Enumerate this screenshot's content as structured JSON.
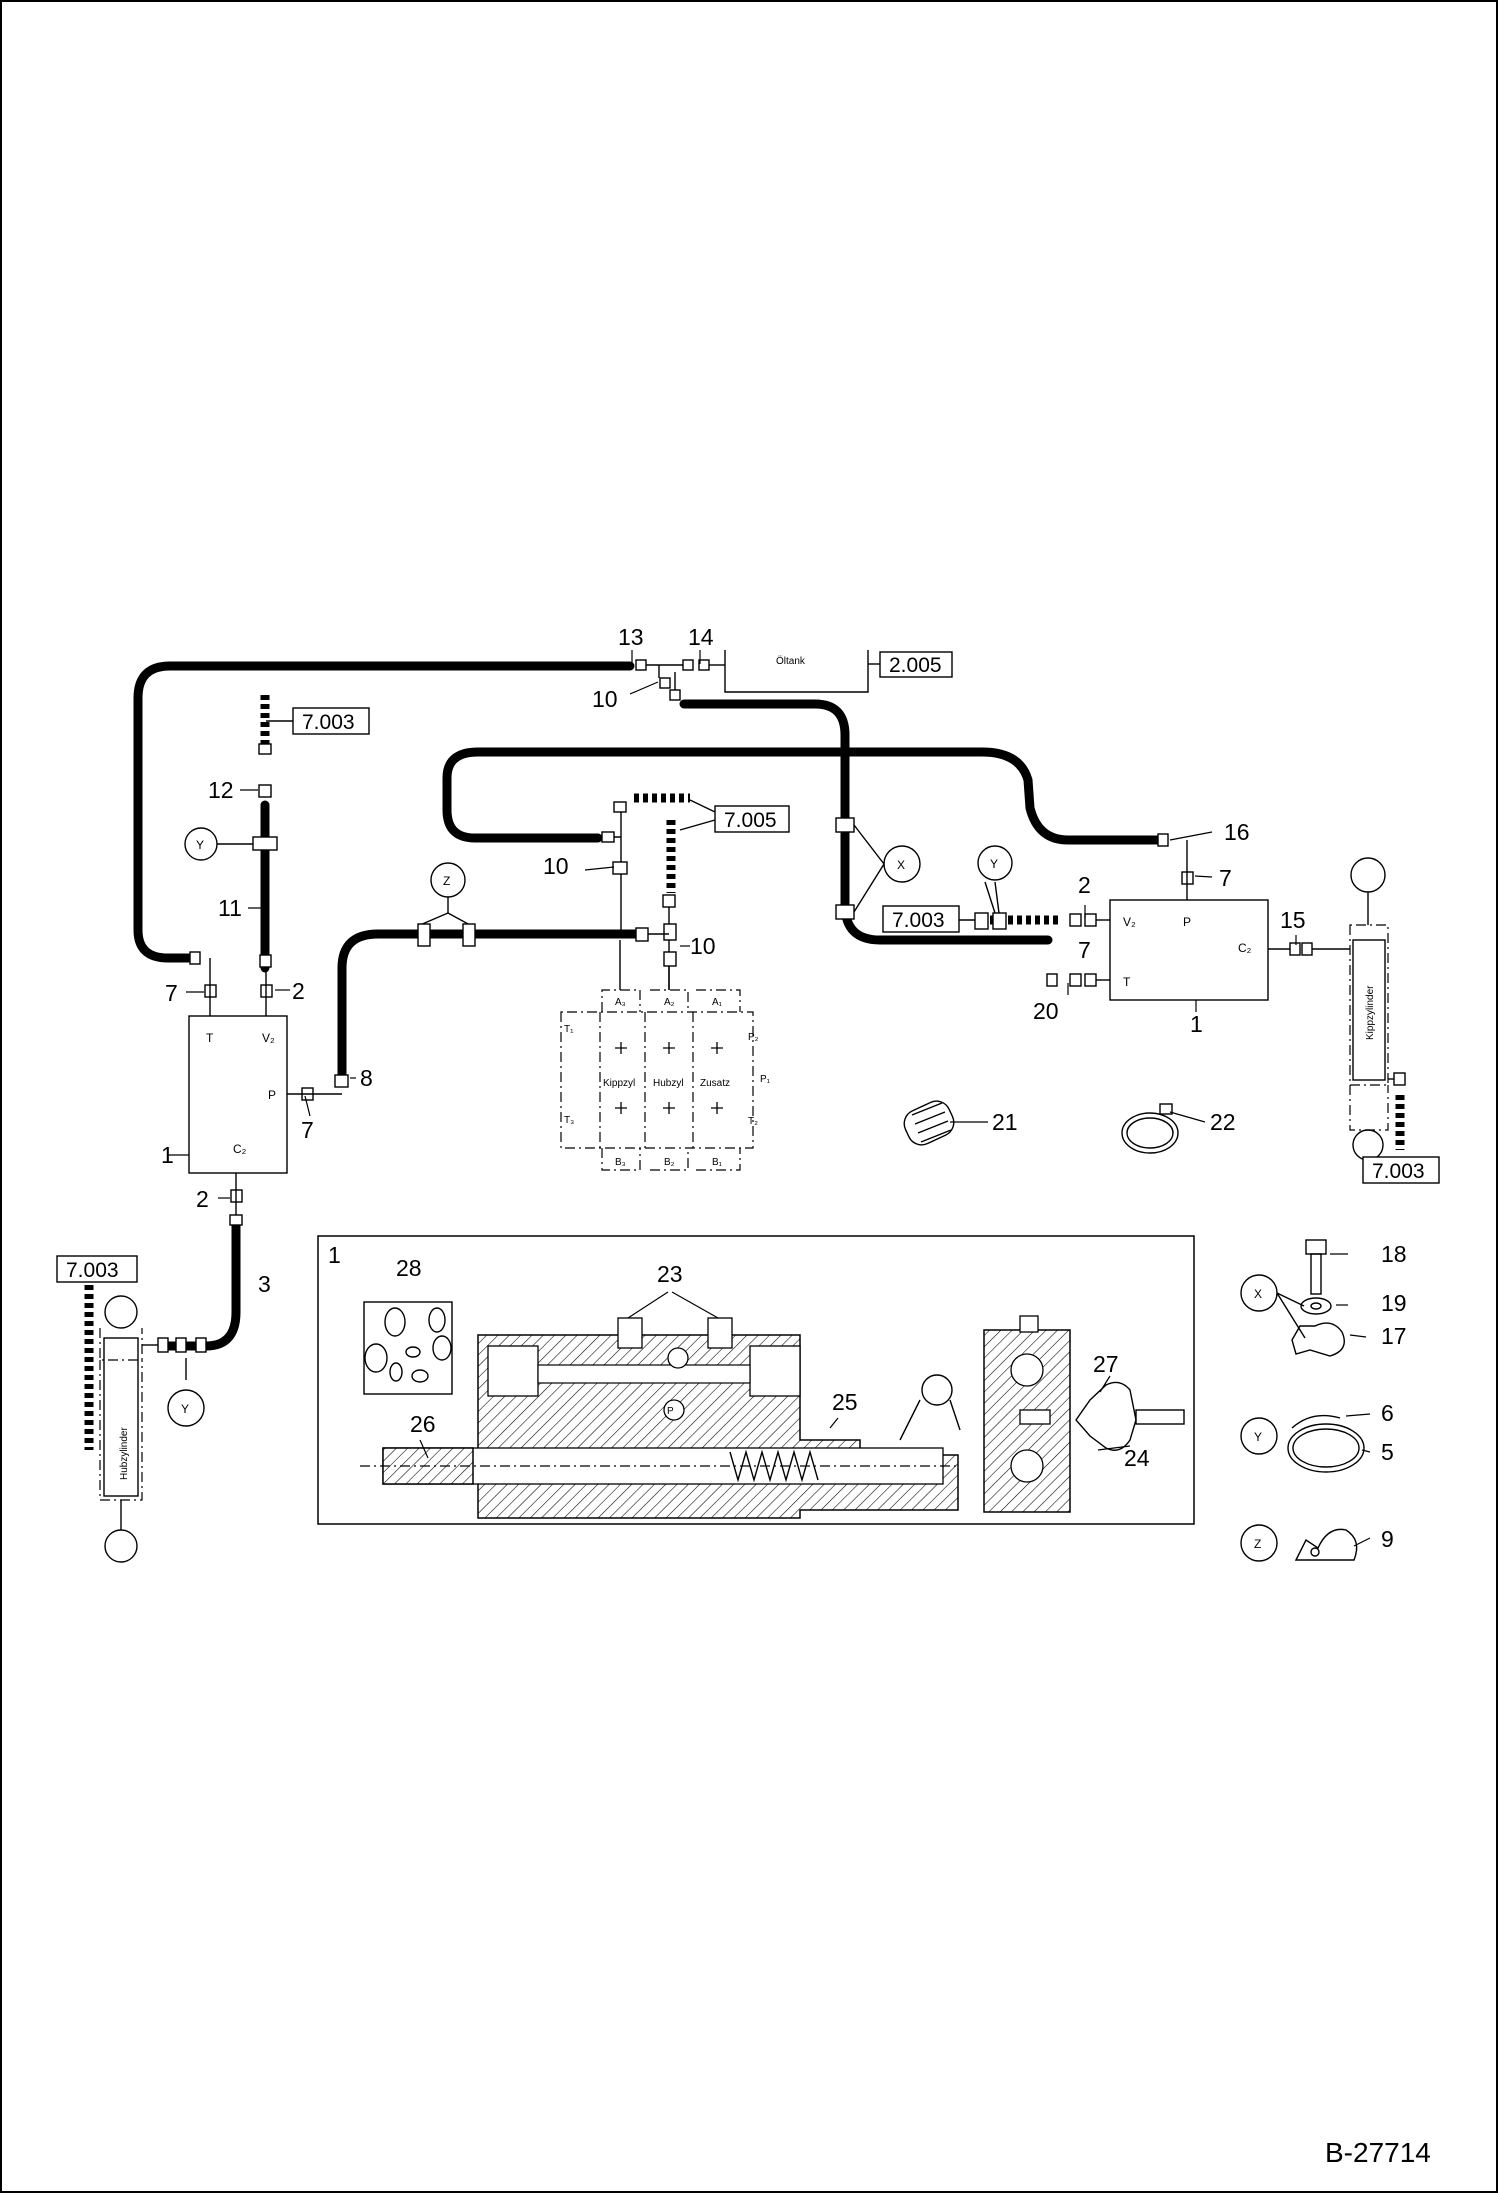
{
  "drawing_number": "B-27714",
  "references": {
    "r2005": "2.005",
    "r7003": "7.003",
    "r7005": "7.005"
  },
  "view_letters": {
    "x": "X",
    "y": "Y",
    "z": "Z"
  },
  "components": {
    "oeltank": "Öltank",
    "hubzylinder": "Hubzylinder",
    "kippzylinder": "Kippzylinder",
    "section_kippzyl": "Kippzyl",
    "section_hubzyl": "Hubzyl",
    "section_zusatz": "Zusatz"
  },
  "ports": {
    "t": "T",
    "v2": "V₂",
    "p": "P",
    "c2": "C₂",
    "a1": "A₁",
    "a2": "A₂",
    "a3": "A₃",
    "b1": "B₁",
    "b2": "B₂",
    "b3": "B₃",
    "t1": "T₁",
    "t2": "T₂",
    "t3": "T₃",
    "p1": "P₁",
    "p2": "P₂"
  },
  "parts": {
    "p1": "1",
    "p2": "2",
    "p3": "3",
    "p5": "5",
    "p6": "6",
    "p7": "7",
    "p8": "8",
    "p9": "9",
    "p10": "10",
    "p11": "11",
    "p12": "12",
    "p13": "13",
    "p14": "14",
    "p15": "15",
    "p16": "16",
    "p17": "17",
    "p18": "18",
    "p19": "19",
    "p20": "20",
    "p21": "21",
    "p22": "22",
    "p23": "23",
    "p24": "24",
    "p25": "25",
    "p26": "26",
    "p27": "27",
    "p28": "28"
  }
}
